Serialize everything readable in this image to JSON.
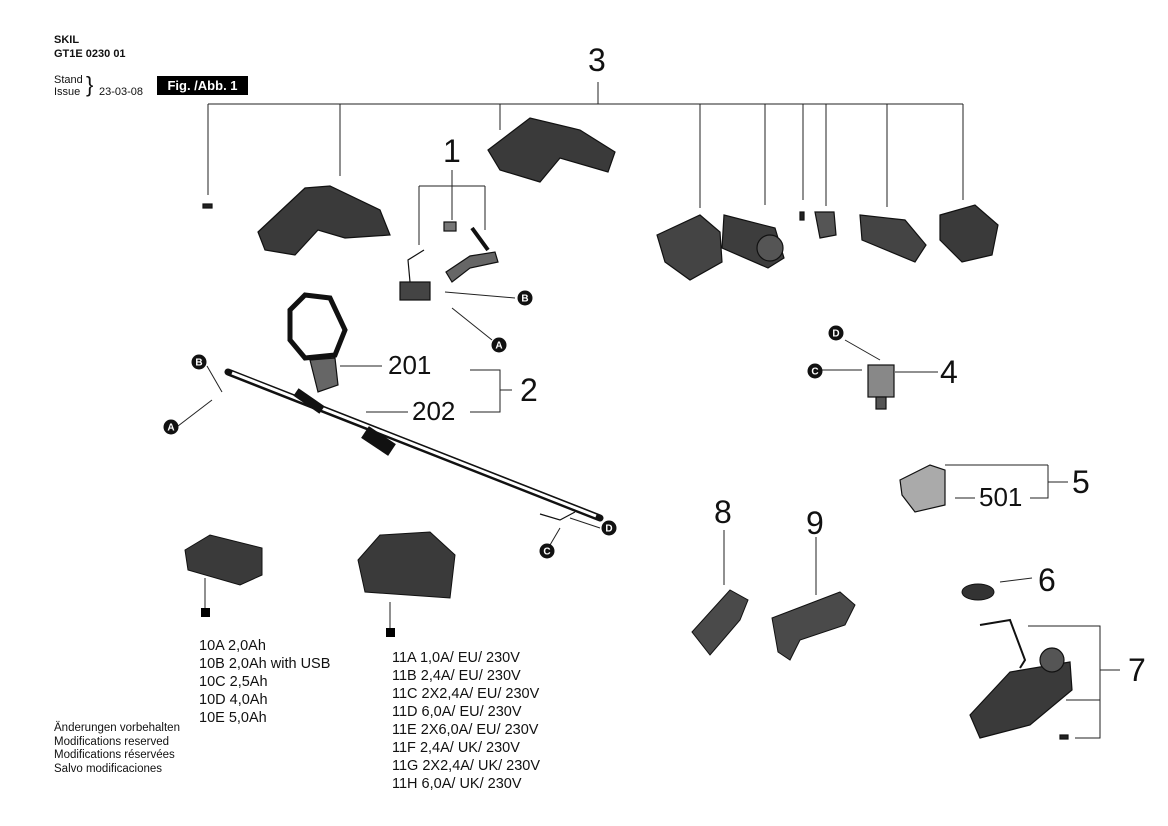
{
  "header": {
    "brand": "SKIL",
    "model": "GT1E 0230 01",
    "stand": "Stand",
    "issue": "Issue",
    "brace": "}",
    "date": "23-03-08",
    "fig_label": "Fig. /Abb. 1"
  },
  "callouts": {
    "n1": "1",
    "n2": "2",
    "n3": "3",
    "n4": "4",
    "n5": "5",
    "n6": "6",
    "n7": "7",
    "n8": "8",
    "n9": "9",
    "n201": "201",
    "n202": "202",
    "n501": "501"
  },
  "markers": {
    "A": "A",
    "B": "B",
    "C": "C",
    "D": "D"
  },
  "batteries": [
    "10A  2,0Ah",
    "10B  2,0Ah with USB",
    "10C  2,5Ah",
    "10D  4,0Ah",
    "10E  5,0Ah"
  ],
  "chargers": [
    "11A  1,0A/ EU/ 230V",
    "11B  2,4A/  EU/ 230V",
    "11C  2X2,4A/ EU/ 230V",
    "11D  6,0A/ EU/ 230V",
    "11E  2X6,0A/ EU/ 230V",
    "11F  2,4A/  UK/ 230V",
    "11G  2X2,4A/ UK/ 230V",
    "11H  6,0A/ UK/ 230V"
  ],
  "modifications": [
    "Änderungen vorbehalten",
    "Modifications reserved",
    "Modifications réservées",
    "Salvo modificaciones"
  ]
}
